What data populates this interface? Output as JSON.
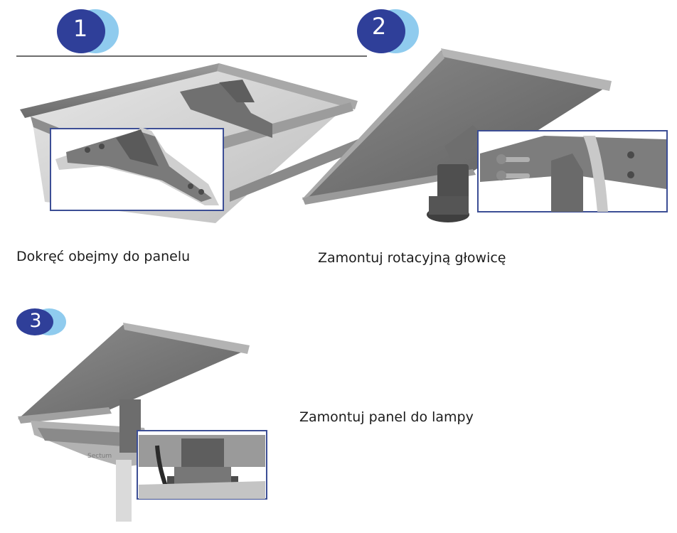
{
  "steps": [
    {
      "number": "1",
      "caption": "Dokręć obejmy do panelu"
    },
    {
      "number": "2",
      "caption": "Zamontuj rotacyjną głowicę"
    },
    {
      "number": "3",
      "caption": "Zamontuj panel do lampy"
    }
  ],
  "illustration_3_logo": "Sectum",
  "colors": {
    "badge_dark": "#2f3f99",
    "badge_light": "#8fcbee",
    "inset_border": "#3c4e95",
    "caption_text": "#1c1c1c"
  }
}
